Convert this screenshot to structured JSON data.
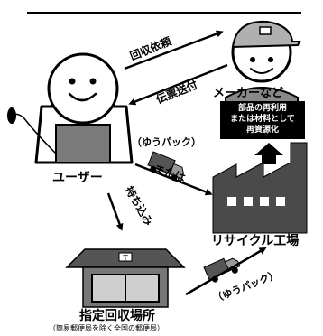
{
  "labels": {
    "collect_request": "回収依頼",
    "slip_send": "伝票送付",
    "maker": "メーカーなど",
    "reuse_line1": "部品の再利用",
    "reuse_line2": "または材料として",
    "reuse_line3": "再資源化",
    "yupack_top": "（ゆうパック）",
    "user": "ユーザー",
    "or": "または",
    "carry_in": "持ち込み",
    "recycle_plant": "リサイクル工場",
    "yupack_bottom": "（ゆうパック）",
    "collection_site": "指定回収場所",
    "collection_note": "（簡易郵便局を除く全国の郵便局）"
  },
  "colors": {
    "outline": "#000000",
    "gray_fill": "#b0b0b0",
    "dark_gray": "#4a4a4a",
    "window_gray": "#cfcfcf",
    "black_box": "#000000",
    "white": "#ffffff"
  }
}
